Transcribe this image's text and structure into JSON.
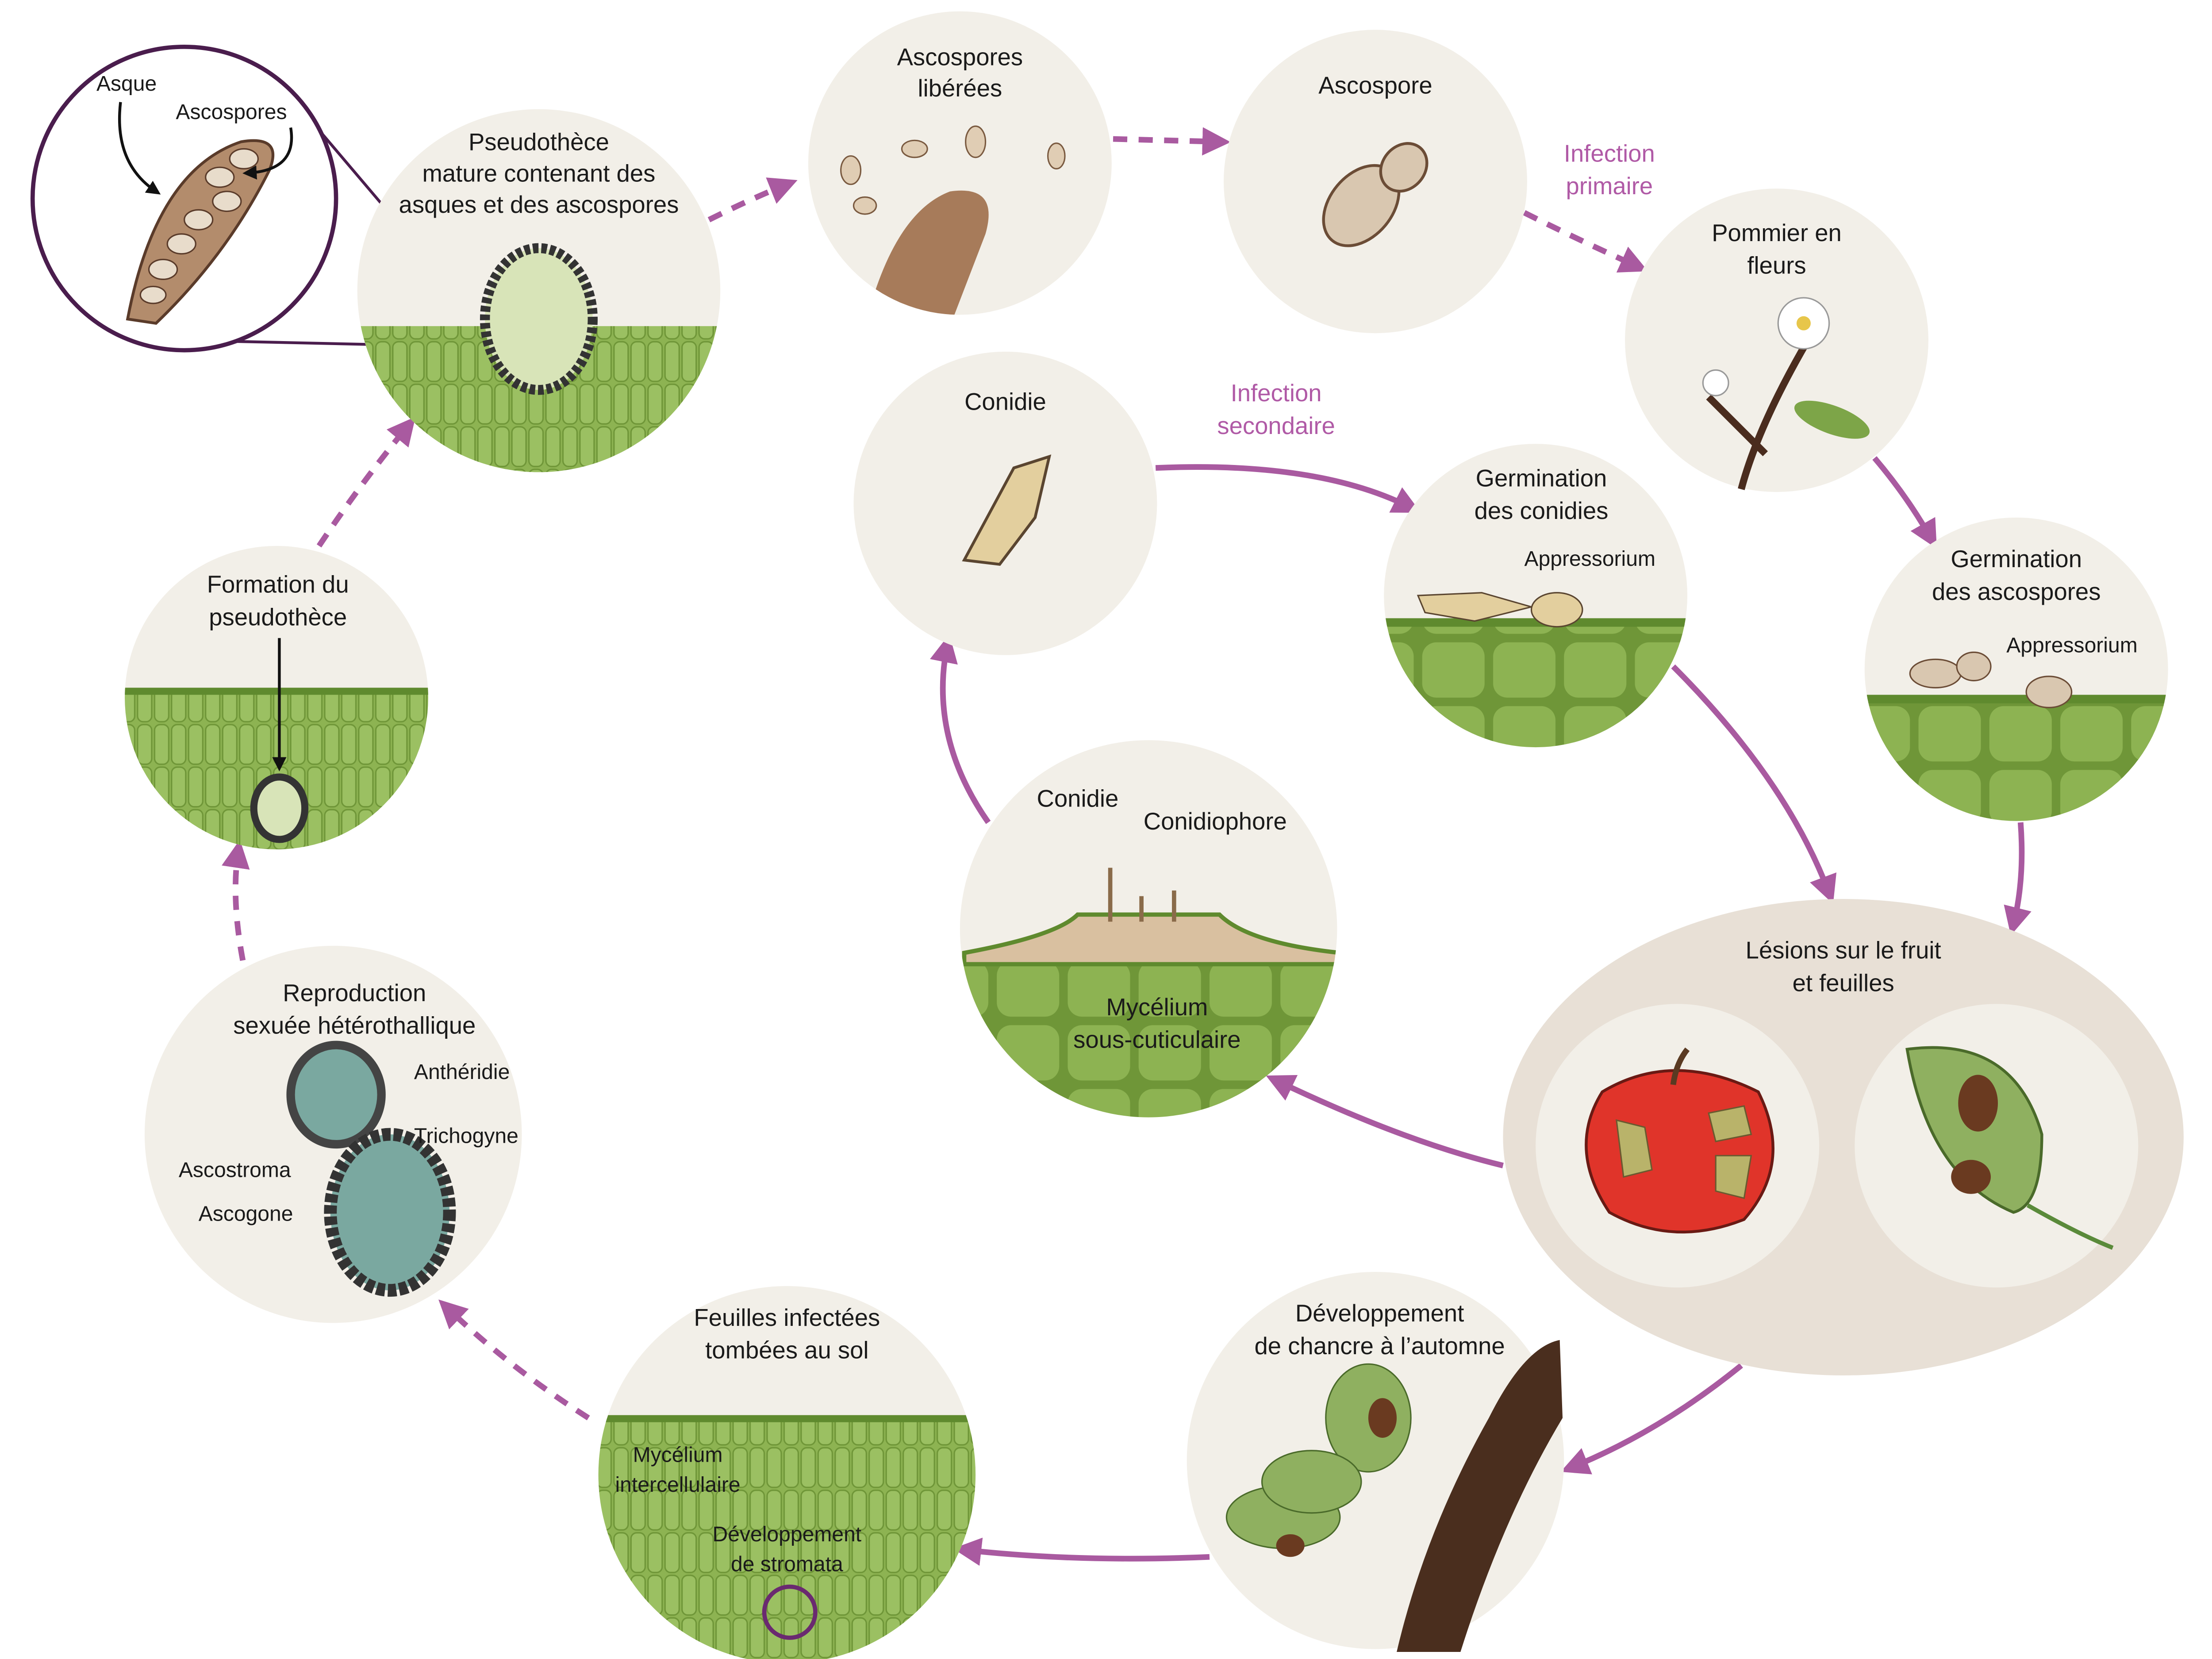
{
  "title": "Cycle de vie de la tavelure du pommier",
  "colors": {
    "arrow": "#a95aa0",
    "circle_bg": "#f2efe8",
    "tissue": "#7fa548",
    "infection_text": "#b05aa6"
  },
  "inset": {
    "asque": "Asque",
    "ascospores": "Ascospores"
  },
  "stages": {
    "pseudotheque": [
      "Pseudothèce",
      "mature contenant des",
      "asques et des ascospores"
    ],
    "liberees": [
      "Ascospores",
      "libérées"
    ],
    "ascospore": [
      "Ascospore"
    ],
    "pommier": [
      "Pommier en",
      "fleurs"
    ],
    "germ_asco": [
      "Germination",
      "des ascospores"
    ],
    "germ_asco_appr": "Appressorium",
    "lesions": [
      "Lésions sur le fruit",
      "et feuilles"
    ],
    "chancre": [
      "Développement",
      "de chancre à l’automne"
    ],
    "feuilles": [
      "Feuilles infectées",
      "tombées au sol"
    ],
    "feuilles_myc": [
      "Mycélium",
      "intercellulaire"
    ],
    "feuilles_strom": [
      "Développement",
      "de stromata"
    ],
    "reproduction": [
      "Reproduction",
      "sexuée hétérothallique"
    ],
    "antheridie": "Anthéridie",
    "trichogyne": "Trichogyne",
    "ascostroma": "Ascostroma",
    "ascogone": "Ascogone",
    "formation": [
      "Formation du",
      "pseudothèce"
    ],
    "conidie": [
      "Conidie"
    ],
    "germ_con": [
      "Germination",
      "des conidies"
    ],
    "germ_con_appr": "Appressorium",
    "conidiophore_c": "Conidie",
    "conidiophore": "Conidiophore",
    "mycelium_sc": [
      "Mycélium",
      "sous-cuticulaire"
    ]
  },
  "infection": {
    "primaire": [
      "Infection",
      "primaire"
    ],
    "secondaire": [
      "Infection",
      "secondaire"
    ]
  }
}
